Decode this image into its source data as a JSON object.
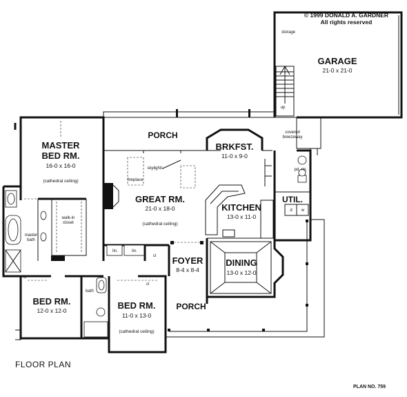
{
  "copyright": {
    "line1": "© 1999 DONALD A. GARDNER",
    "line2": "All rights reserved"
  },
  "caption": "FLOOR PLAN",
  "plan_no": "PLAN NO. 759",
  "rooms": {
    "garage": {
      "name": "GARAGE",
      "dims": "21-0 x 21-0"
    },
    "master": {
      "name1": "MASTER",
      "name2": "BED RM.",
      "dims": "16-0 x 16-0",
      "note": "(cathedral ceiling)"
    },
    "porch_top": {
      "name": "PORCH"
    },
    "brkfst": {
      "name": "BRKFST.",
      "dims": "11-0 x 9-0"
    },
    "great": {
      "name": "GREAT RM.",
      "dims": "21-0 x 18-0",
      "note": "(cathedral ceiling)"
    },
    "kitchen": {
      "name": "KITCHEN",
      "dims": "13-0 x 11-0"
    },
    "util": {
      "name": "UTIL."
    },
    "foyer": {
      "name": "FOYER",
      "dims": "8-4 x 8-4"
    },
    "dining": {
      "name": "DINING",
      "dims": "13-0 x 12-0"
    },
    "bed2": {
      "name": "BED RM.",
      "dims": "12-0 x 12-0"
    },
    "bed3": {
      "name": "BED RM.",
      "dims": "11-0 x 13-0",
      "note": "(cathedral ceiling)"
    },
    "porch_bottom": {
      "name": "PORCH"
    }
  },
  "labels": {
    "storage": "storage",
    "up": "up",
    "covered": "covered",
    "breezeway": "breezeway",
    "skylights": "skylights",
    "fireplace": "fireplace",
    "pd_rm": "pd. rm.",
    "d": "d",
    "w": "w",
    "walk_in": "walk-in",
    "closet": "closet",
    "master_bath1": "master",
    "master_bath2": "bath",
    "lin1": "lin.",
    "lin2": "lin.",
    "cl_foyer": "cl",
    "cl_bed2": "cl",
    "cl_bed3": "cl",
    "bath": "bath"
  }
}
